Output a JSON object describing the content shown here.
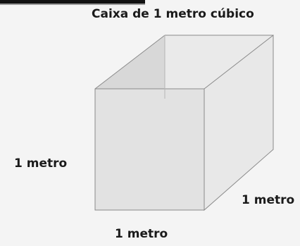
{
  "title": "Caixa de 1 metro cúbico",
  "labels": {
    "height": "1 metro",
    "depth": "1 metro",
    "width": "1 metro"
  },
  "colors": {
    "background": "#f4f4f4",
    "front_face": "#e2e2e2",
    "inner_back": "#eaeaea",
    "inner_left": "#d6d6d6",
    "inner_floor": "#dcdcdc",
    "right_face": "#e6e6e6",
    "edge": "#8a8a8a"
  }
}
